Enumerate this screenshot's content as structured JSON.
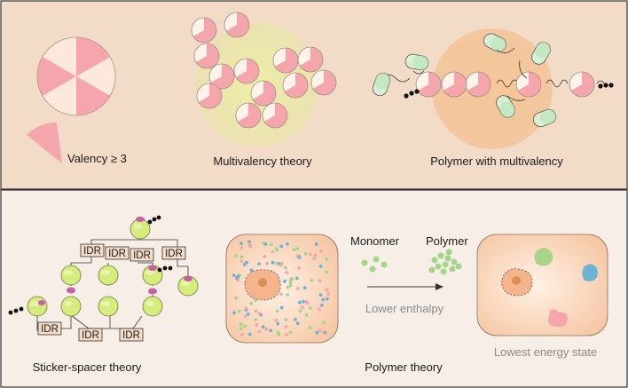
{
  "top_panel": {
    "valency_label": "Valency ≥ 3",
    "multivalency_label": "Multivalency theory",
    "polymer_label": "Polymer with multivalency"
  },
  "bottom_panel": {
    "sticker_label": "Sticker-spacer theory",
    "idr_label": "IDR",
    "monomer_label": "Monomer",
    "polymer_small_label": "Polymer",
    "enthalpy_label": "Lower enthalpy",
    "polymer_theory_label": "Polymer theory",
    "lowest_energy_label": "Lowest energy state"
  },
  "colors": {
    "top_bg": "#f2dcc8",
    "bottom_bg": "#f7efe7",
    "pink": "#f4a6ac",
    "green_ball": "#d6ec7c",
    "sticker": "#c65fa3",
    "cell": "#f9d2b8",
    "nucleolus": "#d98e55",
    "blue": "#6fb3d2",
    "green_dot": "#a6d58a"
  }
}
